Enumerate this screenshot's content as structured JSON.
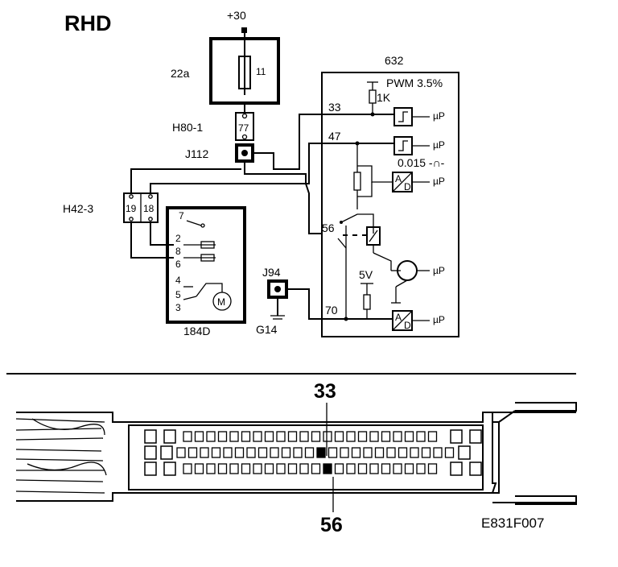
{
  "header": {
    "variant_label": "RHD"
  },
  "supply": {
    "label": "+30"
  },
  "fuse_box": {
    "label": "22a",
    "fuse_number": "11"
  },
  "connector_h80": {
    "label": "H80-1",
    "pin": "77"
  },
  "splice_j112": {
    "label": "J112"
  },
  "connector_h42": {
    "label": "H42-3",
    "pins": [
      "19",
      "18"
    ]
  },
  "switch_184d": {
    "label": "184D",
    "pins": [
      "7",
      "2",
      "8",
      "6",
      "4",
      "5",
      "3"
    ],
    "motor_symbol": "M"
  },
  "ground": {
    "splice_label": "J94",
    "ground_label": "G14"
  },
  "ecu": {
    "label": "632",
    "pwm_label": "PWM 3.5%",
    "resistor_label": "1K",
    "pin_33": "33",
    "pin_47": "47",
    "pin_56": "56",
    "pin_70": "70",
    "voltage_label": "5V",
    "filter_label": "0.015 -∩-",
    "ad_label": "A/D",
    "signal_mark": "µP"
  },
  "connector_view": {
    "pin_top": "33",
    "pin_bottom": "56",
    "highlight_color": "#000000"
  },
  "figure_code": "E831F007"
}
